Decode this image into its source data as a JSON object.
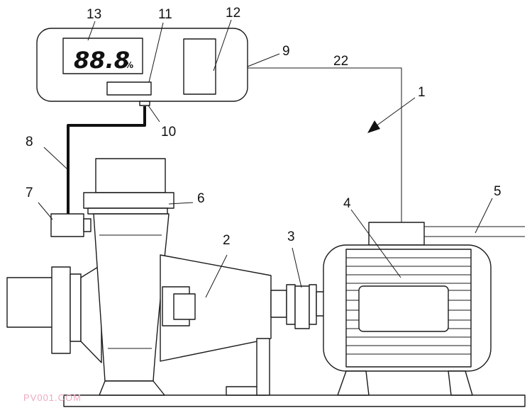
{
  "display": {
    "reading": "88.8",
    "unit": "%"
  },
  "callouts": {
    "c1": "1",
    "c2": "2",
    "c3": "3",
    "c4": "4",
    "c5": "5",
    "c6": "6",
    "c7": "7",
    "c8": "8",
    "c9": "9",
    "c10": "10",
    "c11": "11",
    "c12": "12",
    "c13": "13",
    "c22": "22"
  },
  "watermark": "PV001.COM"
}
